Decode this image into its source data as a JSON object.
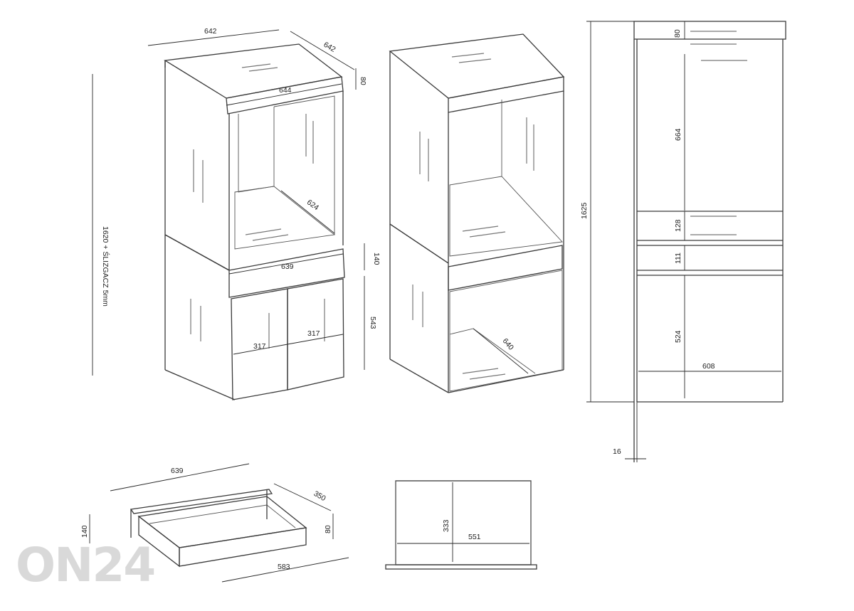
{
  "view1": {
    "width_top": "642",
    "depth_top": "642",
    "top_panel_h": "80",
    "front_width": "644",
    "inner_depth": "624",
    "total_height": "1620 + ŚLIZGACZ 5mm",
    "drawer_width": "639",
    "drawer_h": "140",
    "lower_h": "543",
    "door_left": "317",
    "door_right": "317"
  },
  "view2": {
    "lower_depth": "640"
  },
  "side_view": {
    "top_h": "80",
    "upper_h": "664",
    "shelf_h": "128",
    "drawer_h": "111",
    "lower_h": "524",
    "inner_width": "608",
    "total_h": "1625",
    "foot": "16"
  },
  "drawer_view": {
    "width": "639",
    "depth": "350",
    "height": "140",
    "side_h": "80",
    "bottom_w": "583"
  },
  "drawer_top": {
    "depth": "333",
    "width": "551"
  },
  "watermark": "ON24"
}
